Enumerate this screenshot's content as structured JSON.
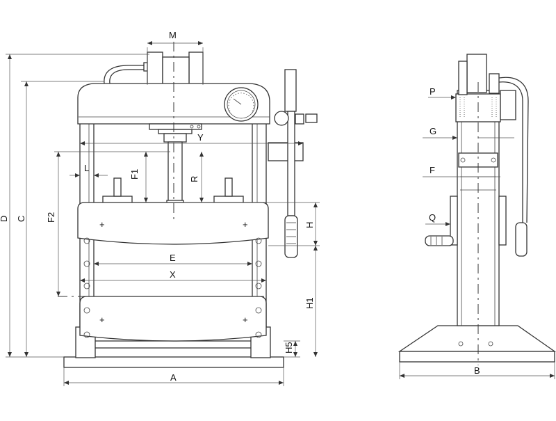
{
  "front_view": {
    "labels": {
      "M": "M",
      "Y": "Y",
      "L": "L",
      "F1": "F1",
      "R": "R",
      "F2": "F2",
      "D": "D",
      "C": "C",
      "E": "E",
      "X": "X",
      "H": "H",
      "H1": "H1",
      "H5": "H5",
      "A": "A"
    }
  },
  "side_view": {
    "labels": {
      "P": "P",
      "G": "G",
      "F": "F",
      "Q": "Q",
      "B": "B"
    }
  },
  "colors": {
    "line": "#333333",
    "background": "#ffffff"
  }
}
